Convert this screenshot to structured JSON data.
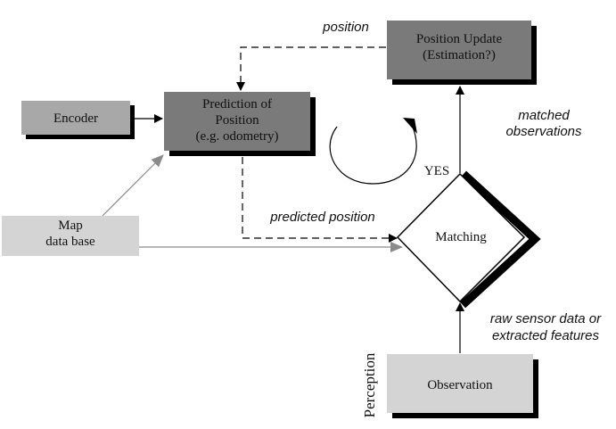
{
  "nodes": {
    "position_update": {
      "lines": [
        "Position Update",
        "(Estimation?)"
      ]
    },
    "prediction": {
      "lines": [
        "Prediction of",
        "Position",
        "(e.g. odometry)"
      ]
    },
    "encoder": {
      "lines": [
        "Encoder"
      ]
    },
    "map": {
      "lines": [
        "Map",
        "data base"
      ]
    },
    "matching": {
      "lines": [
        "Matching"
      ]
    },
    "observation": {
      "lines": [
        "Observation"
      ]
    }
  },
  "labels": {
    "position": "position",
    "matched_observations": [
      "matched",
      "observations"
    ],
    "yes": "YES",
    "predicted_position": "predicted position",
    "raw_sensor": [
      "raw sensor data or",
      "extracted features"
    ],
    "perception": "Perception"
  },
  "colors": {
    "dark_box": "#7a7a7a",
    "mid_box": "#a8a8a8",
    "light_box": "#d4d4d4",
    "shadow": "#000000",
    "line": "#000000",
    "thin_line": "#8a8a8a"
  }
}
